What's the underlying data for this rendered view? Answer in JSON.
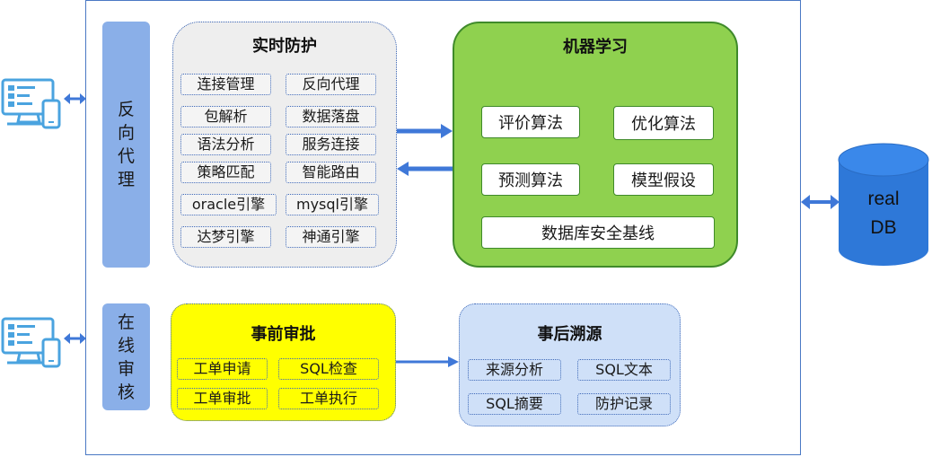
{
  "sidebar": {
    "reverse_proxy": "反向代理",
    "online_audit": "在线审核"
  },
  "realtime": {
    "title": "实时防护",
    "items": [
      "连接管理",
      "反向代理",
      "包解析",
      "数据落盘",
      "语法分析",
      "服务连接",
      "策略匹配",
      "智能路由",
      "oracle引擎",
      "mysql引擎",
      "达梦引擎",
      "神通引擎"
    ]
  },
  "ml": {
    "title": "机器学习",
    "items": [
      "评价算法",
      "优化算法",
      "预测算法",
      "模型假设"
    ],
    "baseline": "数据库安全基线"
  },
  "pre_approval": {
    "title": "事前审批",
    "items": [
      "工单申请",
      "SQL检查",
      "工单审批",
      "工单执行"
    ]
  },
  "post_trace": {
    "title": "事后溯源",
    "items": [
      "来源分析",
      "SQL文本",
      "SQL摘要",
      "防护记录"
    ]
  },
  "database": {
    "line1": "real",
    "line2": "DB"
  },
  "colors": {
    "arrow": "#3f78d8",
    "sidebar": "#8aafe8",
    "ml_green": "#8fd14f",
    "pre_yellow": "#ffff00",
    "post_blue": "#cfe0f8",
    "db_blue": "#2e78d8"
  }
}
